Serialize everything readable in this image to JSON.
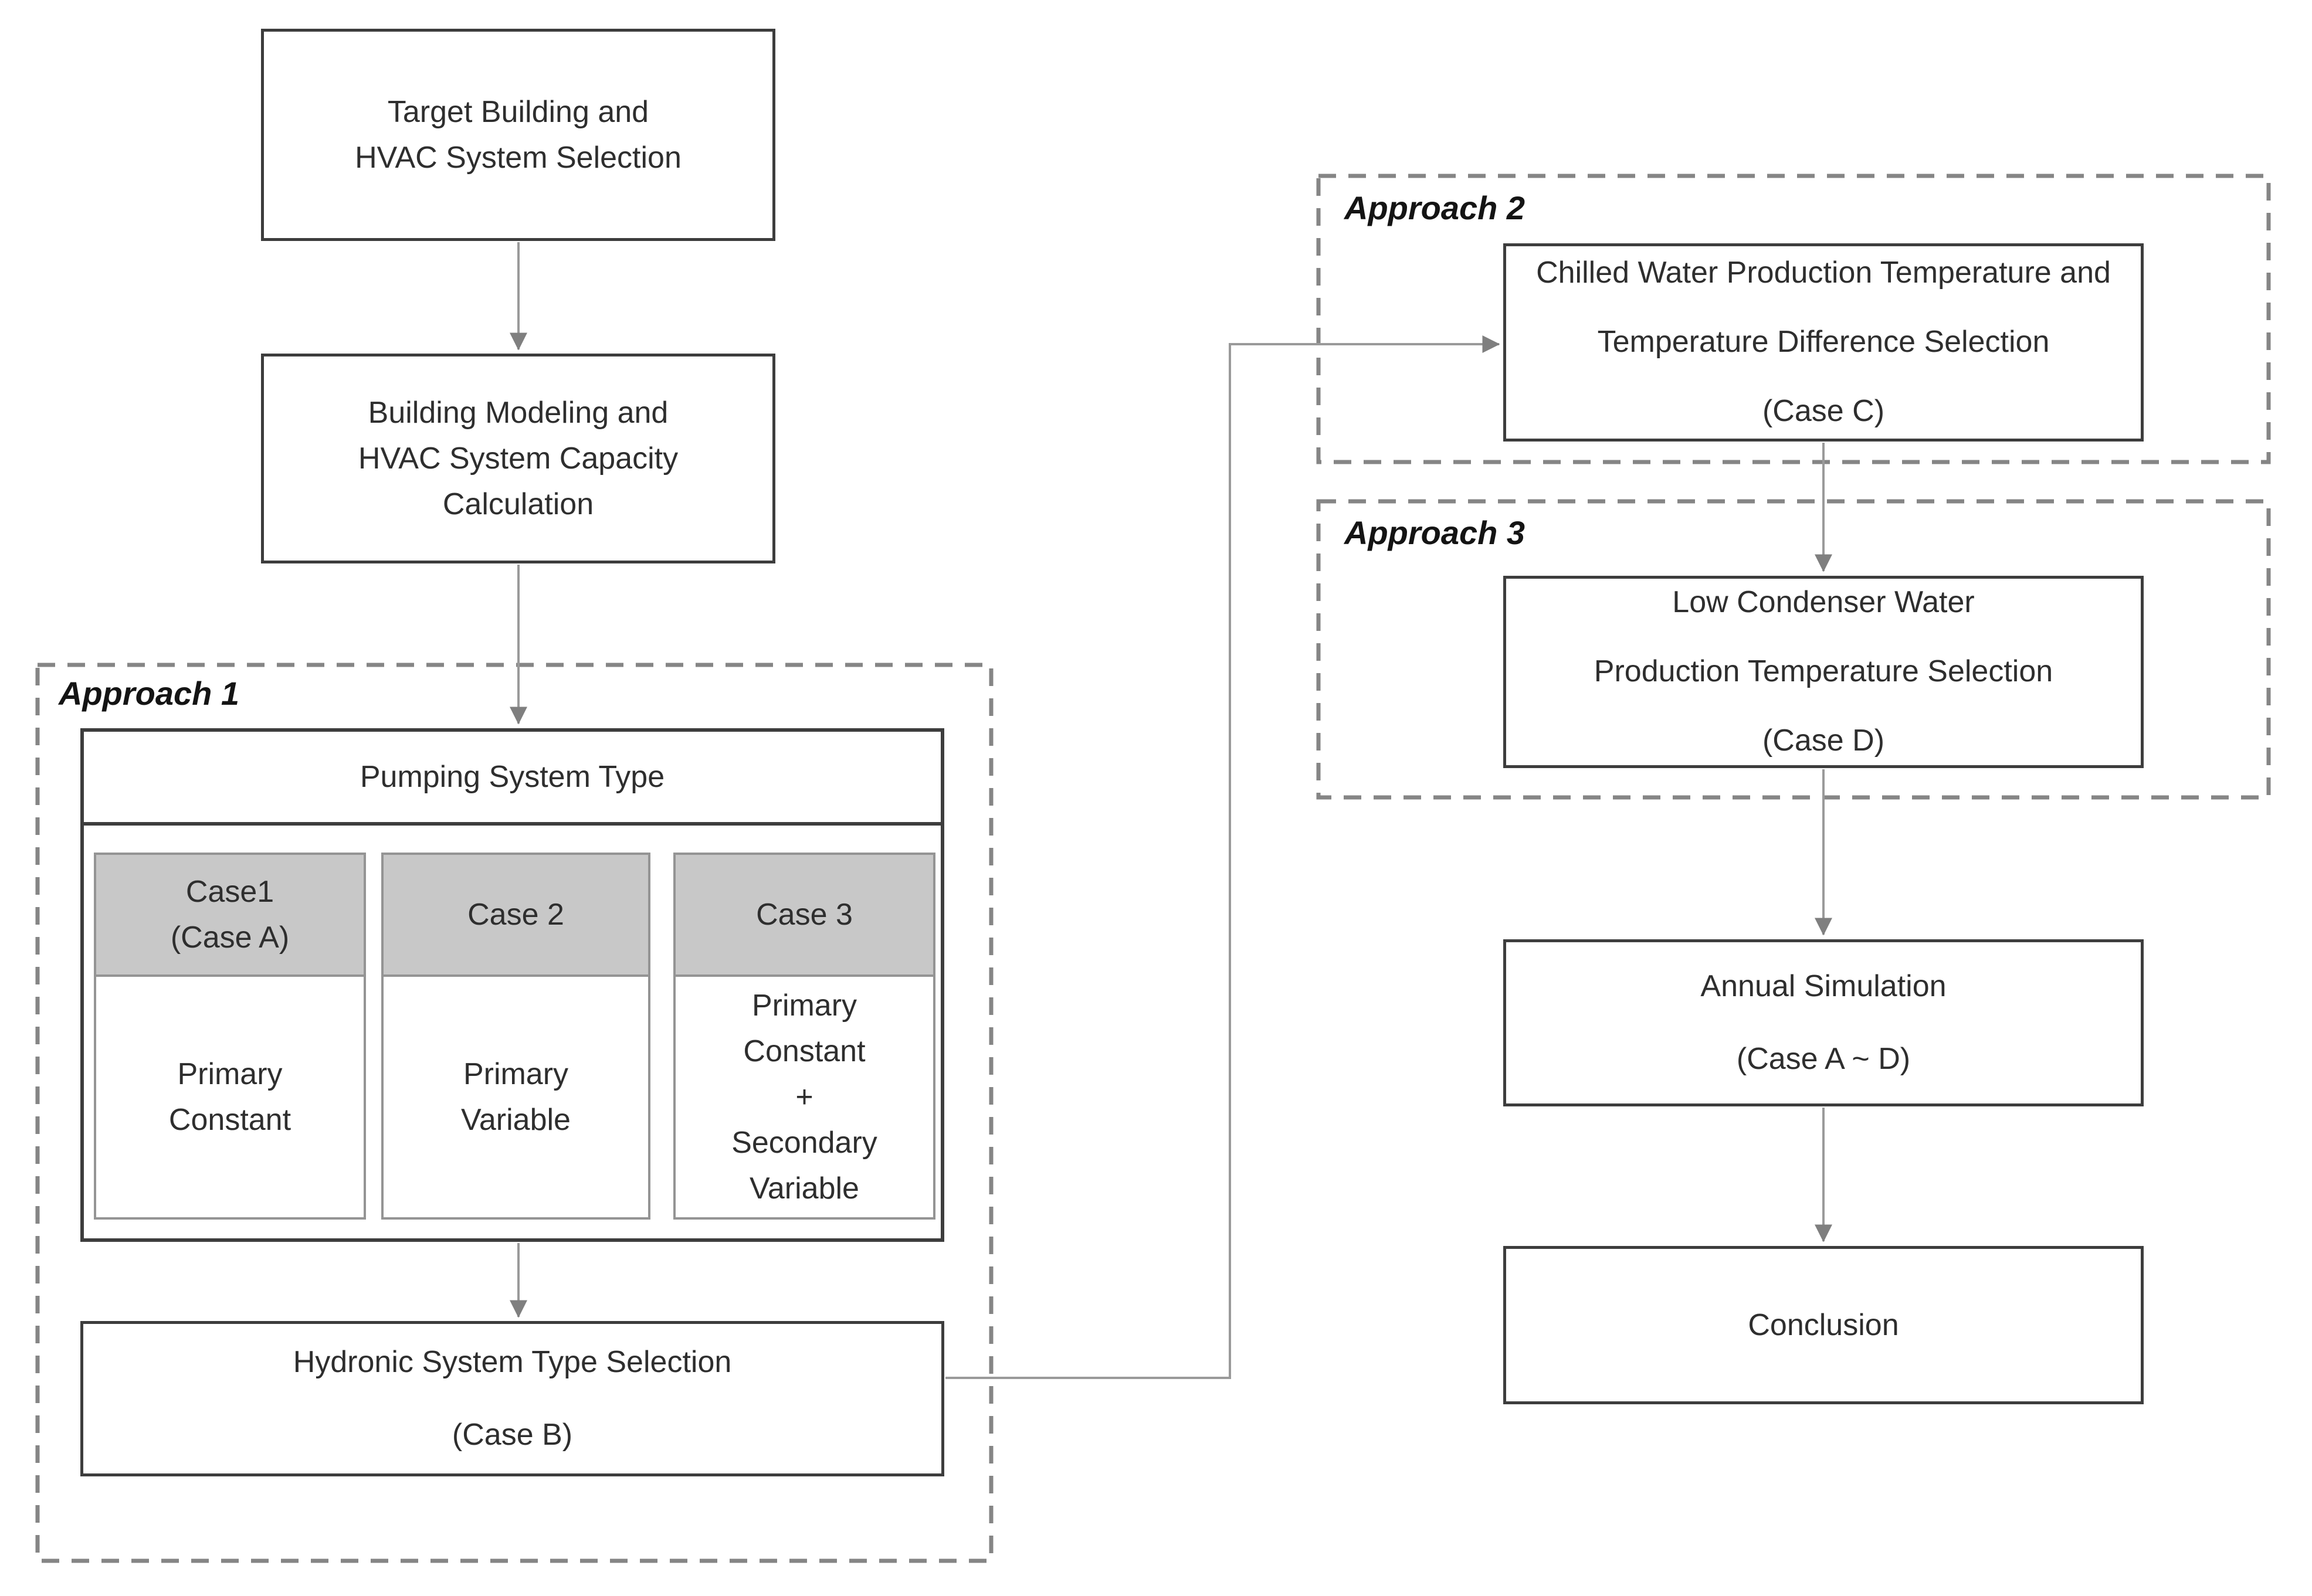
{
  "diagram": {
    "type": "flowchart",
    "groups": {
      "approach1": {
        "label": "Approach 1"
      },
      "approach2": {
        "label": "Approach 2"
      },
      "approach3": {
        "label": "Approach 3"
      }
    },
    "nodes": {
      "target": {
        "lines": [
          "Target Building and",
          "HVAC System Selection"
        ]
      },
      "modeling": {
        "lines": [
          "Building Modeling and",
          "HVAC System Capacity",
          "Calculation"
        ]
      },
      "pumping": {
        "header": "Pumping System Type"
      },
      "case1": {
        "header_lines": [
          "Case1",
          "(Case A)"
        ],
        "body_lines": [
          "Primary",
          "Constant"
        ]
      },
      "case2": {
        "header_lines": [
          "Case 2"
        ],
        "body_lines": [
          "Primary",
          "Variable"
        ]
      },
      "case3": {
        "header_lines": [
          "Case 3"
        ],
        "body_lines": [
          "Primary",
          "Constant",
          "+",
          "Secondary",
          "Variable"
        ]
      },
      "hydronic": {
        "lines": [
          "Hydronic System Type Selection",
          "(Case B)"
        ]
      },
      "chilled": {
        "lines": [
          "Chilled Water Production Temperature and",
          "Temperature Difference Selection",
          "(Case C)"
        ]
      },
      "condenser": {
        "lines": [
          "Low Condenser Water",
          "Production Temperature Selection",
          "(Case D)"
        ]
      },
      "annual": {
        "lines": [
          "Annual Simulation",
          "(Case A ~ D)"
        ]
      },
      "conclusion": {
        "lines": [
          "Conclusion"
        ]
      }
    },
    "edges": [
      {
        "from": "target",
        "to": "modeling"
      },
      {
        "from": "modeling",
        "to": "pumping"
      },
      {
        "from": "pumping",
        "to": "hydronic"
      },
      {
        "from": "hydronic",
        "to": "chilled"
      },
      {
        "from": "chilled",
        "to": "condenser"
      },
      {
        "from": "condenser",
        "to": "annual"
      },
      {
        "from": "annual",
        "to": "conclusion"
      }
    ],
    "colors": {
      "box_border": "#3d3d3d",
      "case_border": "#949494",
      "case_header_fill": "#c8c8c8",
      "dashed_border": "#858585",
      "arrow_line": "#9a9a9a",
      "arrow_head": "#7f7f7f",
      "text": "#2e2e2e",
      "background": "#ffffff"
    }
  }
}
